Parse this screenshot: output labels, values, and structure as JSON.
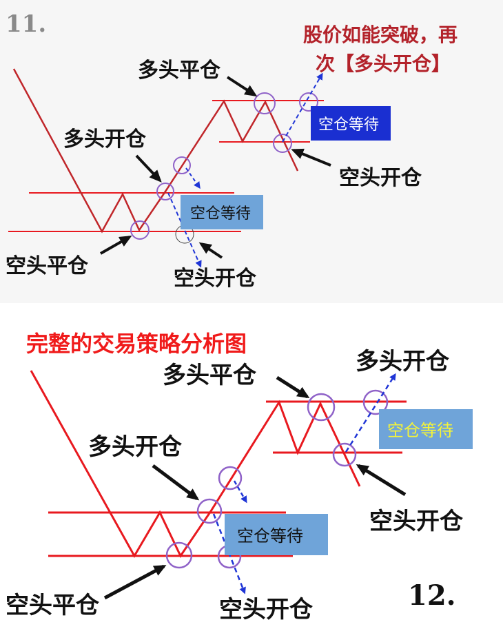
{
  "colors": {
    "line_red": "#e8191f",
    "circle_purple": "#8f62c8",
    "arrow_blue": "#1f35d6",
    "label_black": "#111111",
    "box_blue": "#1a2fd1",
    "box_light_blue": "#6fa4d9",
    "title_dark_red": "#b3222a",
    "title_red": "#f01a1a",
    "box_text_yellow": "#f3f33a",
    "panel_bg_top": "#f6f6f6"
  },
  "panel1": {
    "number": "11.",
    "note_line1": "股价如能突破，再",
    "note_line2": "次【多头开仓】",
    "labels": {
      "long_close": "多头平仓",
      "long_open": "多头开仓",
      "short_open_right": "空头开仓",
      "short_close": "空头平仓",
      "short_open_bottom": "空头开仓"
    },
    "boxes": {
      "wait_upper": "空仓等待",
      "wait_lower": "空仓等待"
    }
  },
  "panel2": {
    "title": "完整的交易策略分析图",
    "number": "12.",
    "labels": {
      "long_open_top": "多头开仓",
      "long_close": "多头平仓",
      "long_open": "多头开仓",
      "short_open_right": "空头开仓",
      "short_close": "空头平仓",
      "short_open_bottom": "空头开仓"
    },
    "boxes": {
      "wait_upper": "空仓等待",
      "wait_lower": "空仓等待"
    }
  }
}
